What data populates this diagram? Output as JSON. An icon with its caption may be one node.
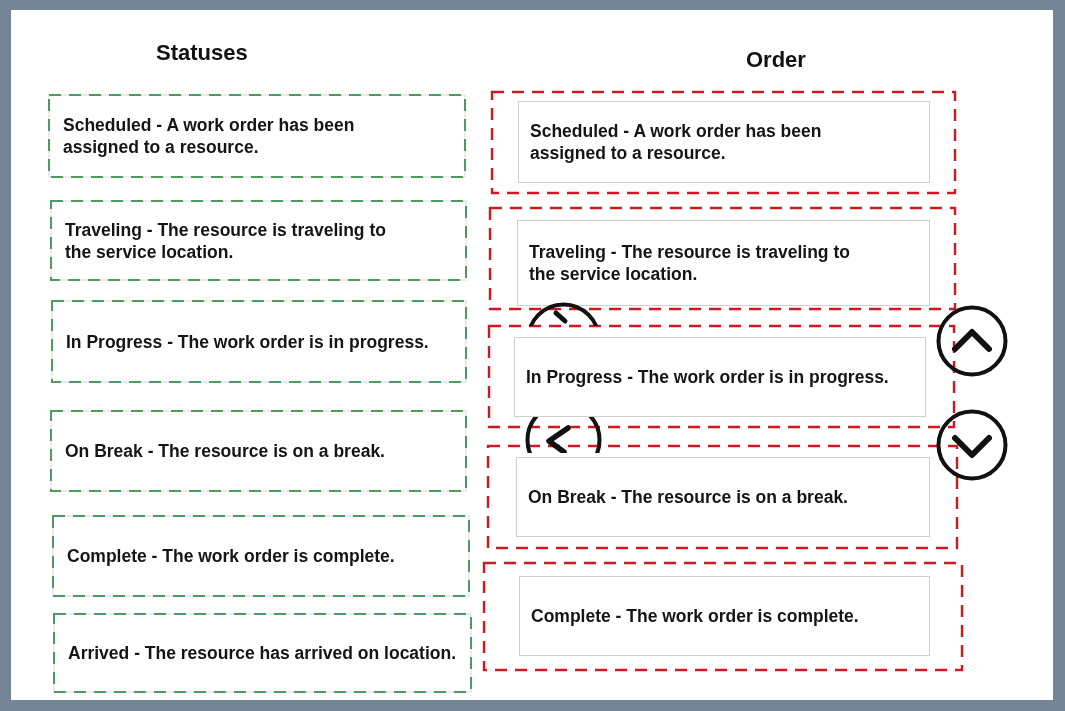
{
  "diagram": {
    "nodes": [
      {
        "text": [
          "Scheduled - A work order has been assigned to a resource."
        ]
      },
      {
        "text": [
          "Traveling - The resource is traveling to the service location."
        ]
      },
      {
        "text": [
          "In Progress - The work order is in progress."
        ]
      },
      {
        "text": [
          "On Break - The resource is on a break."
        ]
      },
      {
        "text": [
          "Complete - The work order is complete."
        ]
      },
      {
        "text": [
          "Arrived - The resource has arrived on location."
        ]
      },
      {
        "text": [],
        "shape": "box"
      },
      {
        "text": [
          "Scheduled - A work order has been assigned to a resource."
        ],
        "in": 6
      },
      {
        "text": [],
        "shape": "box"
      },
      {
        "text": [
          "Traveling - The resource is traveling to the service location."
        ],
        "in": 8
      },
      {
        "text": [],
        "shape": "box"
      },
      {
        "text": [
          "In Progress - The work order is in progress."
        ],
        "in": 10
      },
      {
        "text": [],
        "shape": "box"
      },
      {
        "text": [
          "On Break - The resource is on a break."
        ],
        "in": 12
      },
      {
        "text": [],
        "shape": "box"
      },
      {
        "text": [
          "Complete - The work order is complete."
        ],
        "in": 14
      }
    ],
    "labels": [
      "Statuses",
      "Order"
    ]
  }
}
